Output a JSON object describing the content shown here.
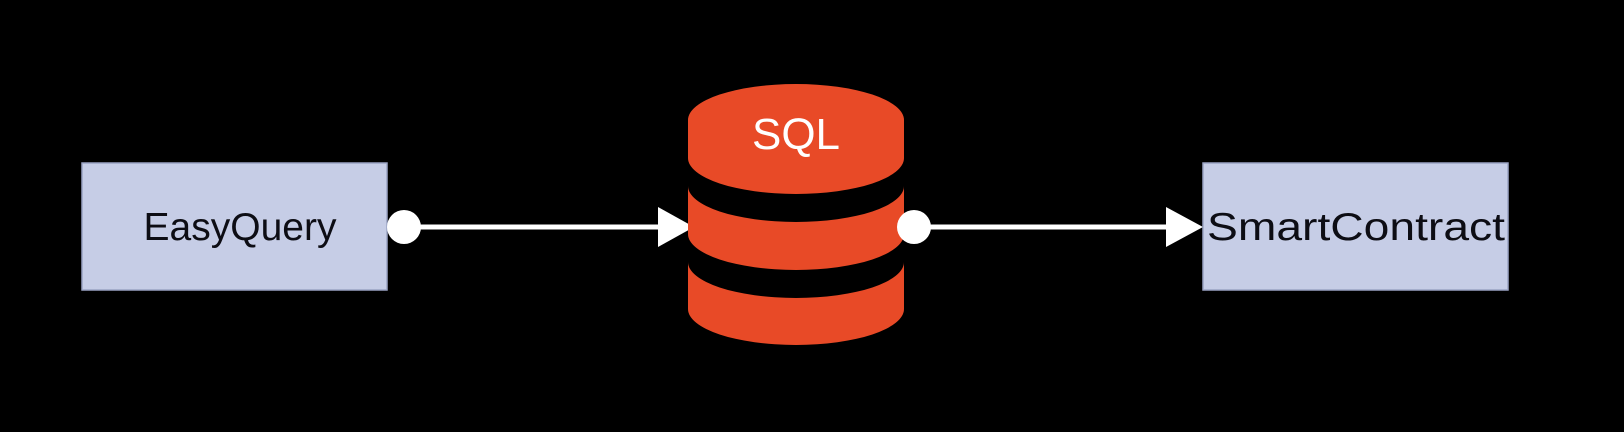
{
  "diagram": {
    "nodes": {
      "source": {
        "label": "EasyQuery"
      },
      "database": {
        "label": "SQL"
      },
      "target": {
        "label": "SmartContract"
      }
    },
    "edges": [
      {
        "from": "EasyQuery",
        "to": "SQL"
      },
      {
        "from": "SQL",
        "to": "SmartContract"
      }
    ],
    "colors": {
      "background": "#000000",
      "box_fill": "#c6cde6",
      "box_border": "#9aa3c4",
      "database_fill": "#e84a27",
      "connector": "#ffffff",
      "text_dark": "#0d0d14",
      "text_light": "#ffffff"
    }
  }
}
